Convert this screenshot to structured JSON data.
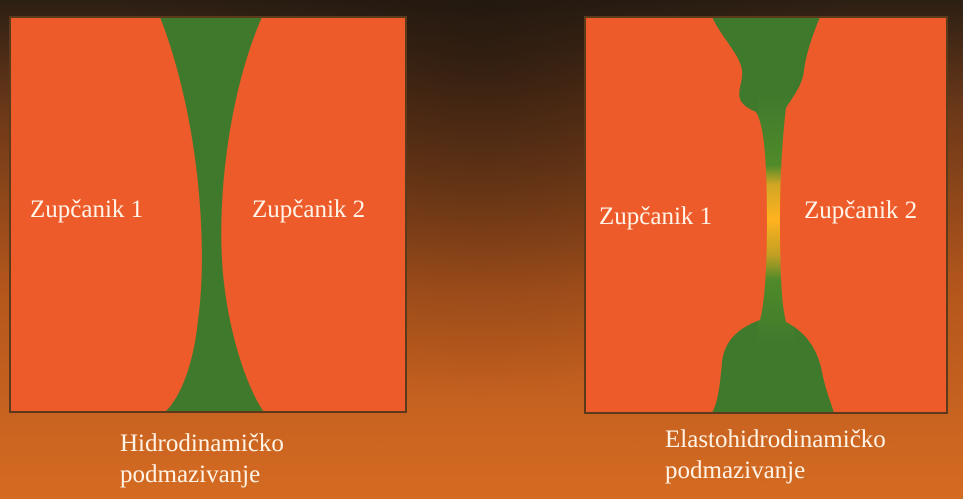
{
  "colors": {
    "gear": "#ee5b2b",
    "lubricant": "#3f7a2c",
    "lubricant_hot": "#ffb21f",
    "border": "#5a3a1a",
    "text": "#fff4e8"
  },
  "panels": [
    {
      "gear_left_label": "Zupčanik 1",
      "gear_right_label": "Zupčanik 2",
      "caption_line1": "Hidrodinamičko",
      "caption_line2": "podmazivanje"
    },
    {
      "gear_left_label": "Zupčanik 1",
      "gear_right_label": "Zupčanik 2",
      "caption_line1": "Elastohidrodinamičko",
      "caption_line2": "podmazivanje"
    }
  ]
}
